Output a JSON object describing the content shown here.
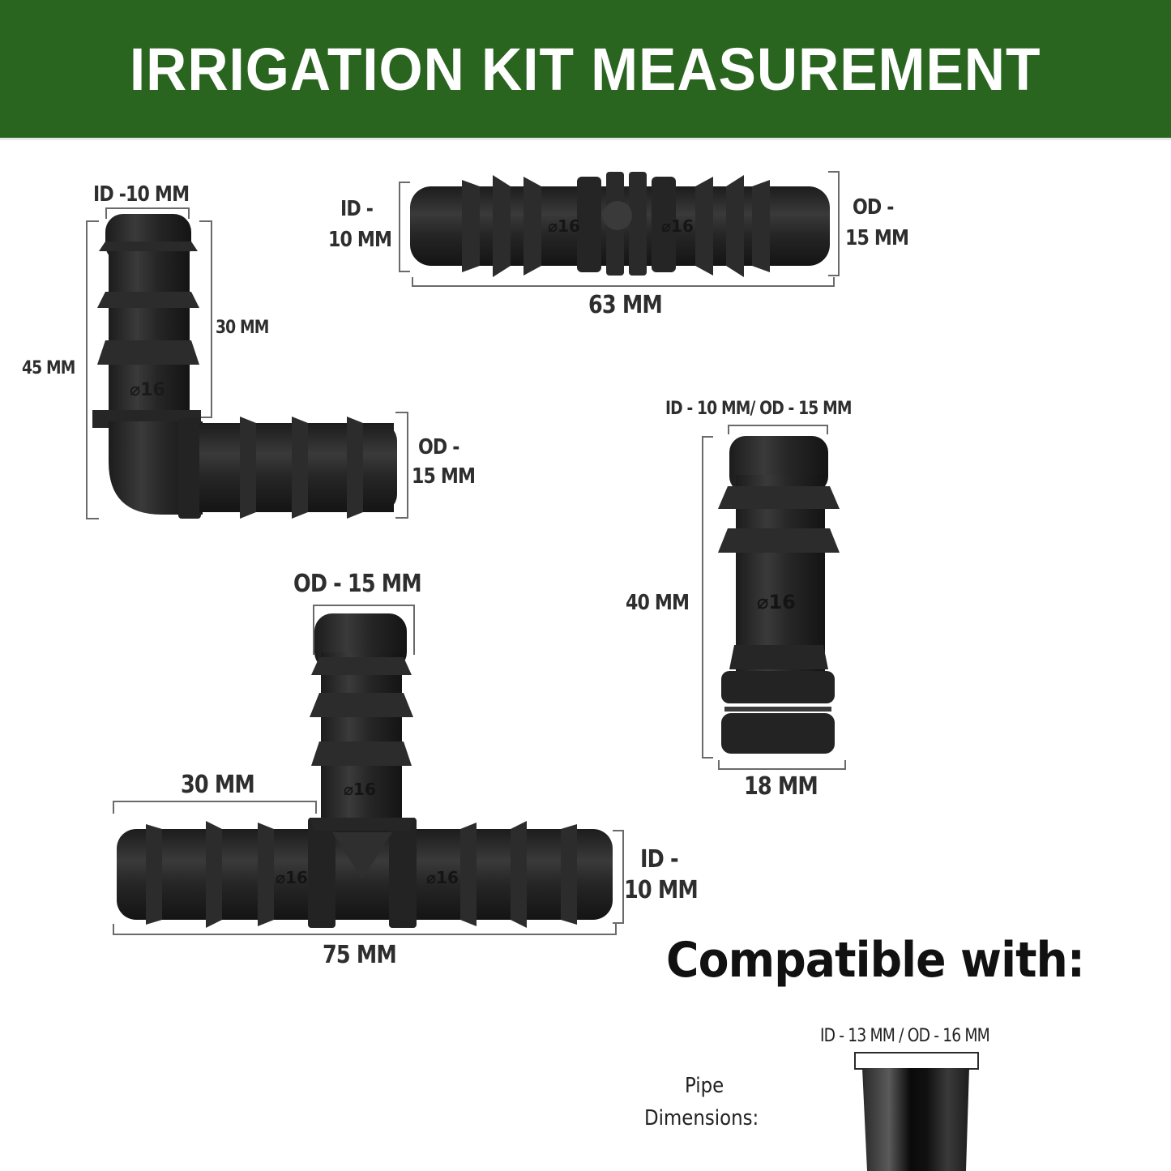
{
  "header": {
    "title": "IRRIGATION KIT MEASUREMENT",
    "background_color": "#2a6520",
    "text_color": "#ffffff"
  },
  "elbow_connector": {
    "top_label": "ID -10 MM",
    "inner_height_label": "30 MM",
    "total_height_label": "45 MM",
    "side_label_line1": "OD -",
    "side_label_line2": "15 MM",
    "marking": "⌀16"
  },
  "straight_connector": {
    "left_label_line1": "ID -",
    "left_label_line2": "10 MM",
    "right_label_line1": "OD -",
    "right_label_line2": "15 MM",
    "length_label": "63 MM",
    "marking": "⌀16"
  },
  "end_plug": {
    "top_label": "ID - 10 MM/ OD - 15 MM",
    "height_label": "40 MM",
    "width_label": "18 MM",
    "marking": "⌀16"
  },
  "tee_connector": {
    "top_label": "OD - 15 MM",
    "arm_label": "30 MM",
    "right_label_line1": "ID -",
    "right_label_line2": "10 MM",
    "length_label": "75 MM",
    "marking": "⌀16"
  },
  "compatibility": {
    "heading": "Compatible with:",
    "pipe_label_line1": "Pipe",
    "pipe_label_line2": "Dimensions:",
    "pipe_size_label": "ID - 13 MM / OD - 16 MM"
  }
}
